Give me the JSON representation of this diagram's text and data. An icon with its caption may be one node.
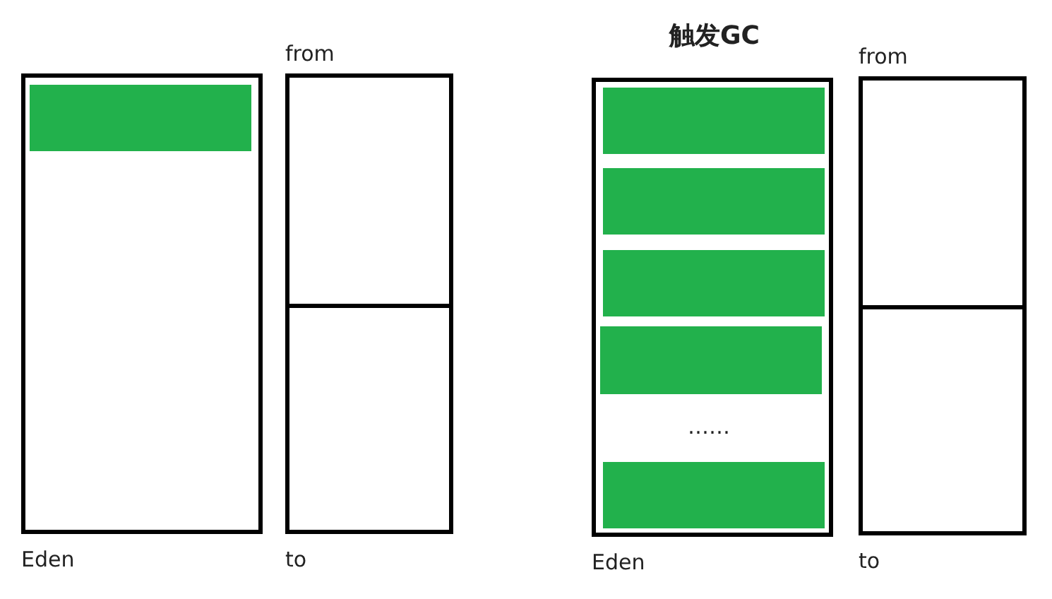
{
  "diagram": {
    "title": "触发GC",
    "nodes": [
      {
        "text": [
          "Eden"
        ]
      },
      {
        "text": [],
        "shape": "bar",
        "in": 0
      },
      {
        "text": [
          "from"
        ]
      },
      {
        "text": [
          "to"
        ]
      },
      {
        "text": [
          "Eden"
        ]
      },
      {
        "text": [],
        "shape": "bar",
        "in": 4
      },
      {
        "text": [],
        "shape": "bar",
        "in": 4
      },
      {
        "text": [],
        "shape": "bar",
        "in": 4
      },
      {
        "text": [],
        "shape": "bar",
        "in": 4
      },
      {
        "text": [],
        "shape": "bar",
        "in": 4
      },
      {
        "text": [
          "from"
        ]
      },
      {
        "text": [
          "to"
        ]
      }
    ],
    "labels": [
      "……"
    ]
  }
}
